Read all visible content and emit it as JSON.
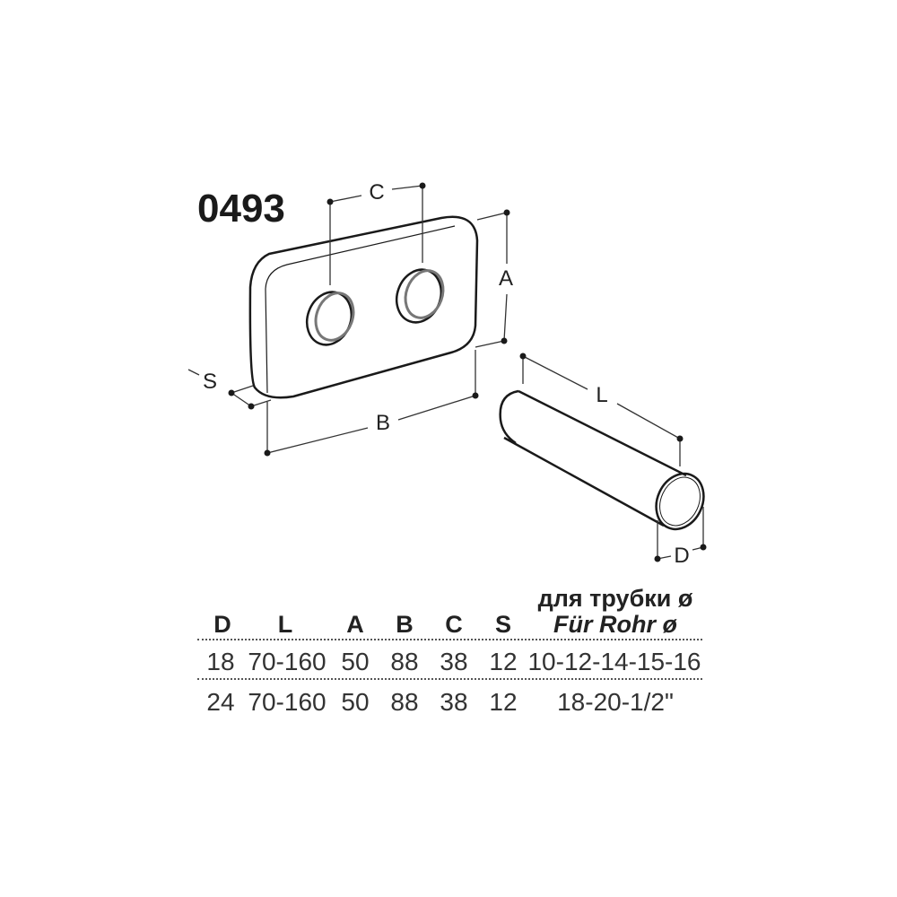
{
  "product_code": "0493",
  "dimension_labels": {
    "A": "A",
    "B": "B",
    "C": "C",
    "S": "S",
    "L": "L",
    "D": "D"
  },
  "table": {
    "headers": [
      "D",
      "L",
      "A",
      "B",
      "C",
      "S"
    ],
    "pipe_header_ru": "для трубки ø",
    "pipe_header_de": "Für Rohr ø",
    "rows": [
      {
        "D": "18",
        "L": "70-160",
        "A": "50",
        "B": "88",
        "C": "38",
        "S": "12",
        "pipe": "10-12-14-15-16"
      },
      {
        "D": "24",
        "L": "70-160",
        "A": "50",
        "B": "88",
        "C": "38",
        "S": "12",
        "pipe": "18-20-1/2\""
      }
    ]
  }
}
